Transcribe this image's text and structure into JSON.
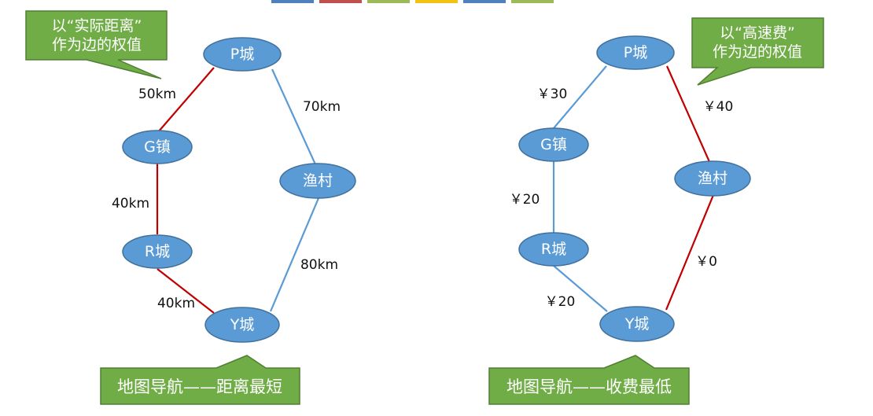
{
  "colors": {
    "node_fill": "#5b9bd5",
    "node_stroke": "#41719c",
    "edge_highlight": "#c00000",
    "edge_normal": "#5b9bd5",
    "callout_fill": "#70ad47",
    "callout_stroke": "#507e32",
    "top_bar": [
      "#4f81bd",
      "#c0504d",
      "#9bbb59",
      "#f2c314",
      "#4f81bd",
      "#9bbb59"
    ]
  },
  "left_graph": {
    "callout_lines": [
      "以“实际距离”",
      "作为边的权值"
    ],
    "banner": "地图导航——距离最短",
    "nodes": {
      "P": "P城",
      "G": "G镇",
      "Yu": "渔村",
      "R": "R城",
      "Y": "Y城"
    },
    "edges": [
      {
        "from": "P",
        "to": "G",
        "label": "50km",
        "highlight": true
      },
      {
        "from": "P",
        "to": "Yu",
        "label": "70km",
        "highlight": false
      },
      {
        "from": "G",
        "to": "R",
        "label": "40km",
        "highlight": true
      },
      {
        "from": "Yu",
        "to": "Y",
        "label": "80km",
        "highlight": false
      },
      {
        "from": "R",
        "to": "Y",
        "label": "40km",
        "highlight": true
      }
    ]
  },
  "right_graph": {
    "callout_lines": [
      "以“高速费”",
      "作为边的权值"
    ],
    "banner": "地图导航——收费最低",
    "nodes": {
      "P": "P城",
      "G": "G镇",
      "Yu": "渔村",
      "R": "R城",
      "Y": "Y城"
    },
    "edges": [
      {
        "from": "P",
        "to": "G",
        "label": "￥30",
        "highlight": false
      },
      {
        "from": "P",
        "to": "Yu",
        "label": "￥40",
        "highlight": true
      },
      {
        "from": "G",
        "to": "R",
        "label": "￥20",
        "highlight": false
      },
      {
        "from": "Yu",
        "to": "Y",
        "label": "￥0",
        "highlight": true
      },
      {
        "from": "R",
        "to": "Y",
        "label": "￥20",
        "highlight": false
      }
    ]
  }
}
